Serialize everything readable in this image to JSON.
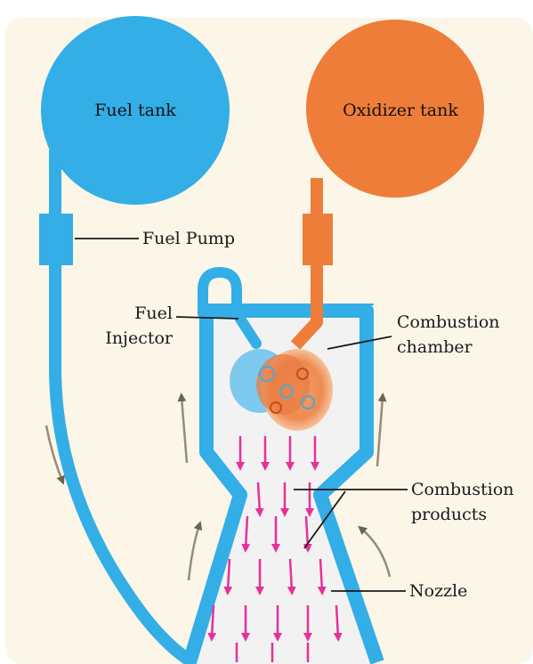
{
  "labels": {
    "fuel_tank": "Fuel tank",
    "oxidizer_tank": "Oxidizer tank",
    "fuel_pump": "Fuel Pump",
    "fuel_injector_line1": "Fuel",
    "fuel_injector_line2": "Injector",
    "combustion_chamber_line1": "Combustion",
    "combustion_chamber_line2": "chamber",
    "combustion_products_line1": "Combustion",
    "combustion_products_line2": "products",
    "nozzle": "Nozzle"
  },
  "colors": {
    "background": "#fbf6e8",
    "fuel_blue": "#33aee6",
    "oxidizer_orange": "#ef7d3a",
    "exhaust_arrow": "#e7309a",
    "flow_arrow": "#9a8a78",
    "interior": "#f2f2f2"
  }
}
